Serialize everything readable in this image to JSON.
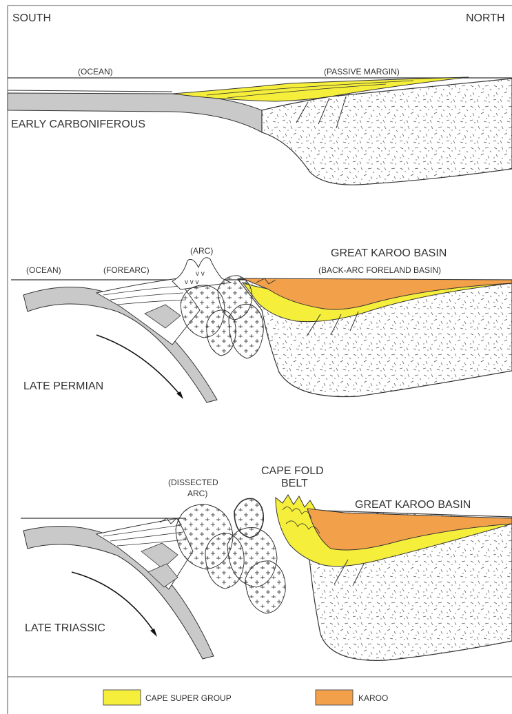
{
  "header": {
    "left": "SOUTH",
    "right": "NORTH"
  },
  "panels": [
    {
      "period": "EARLY CARBONIFEROUS",
      "labels": {
        "ocean": "(OCEAN)",
        "passive_margin": "(PASSIVE MARGIN)"
      }
    },
    {
      "period": "LATE PERMIAN",
      "labels": {
        "ocean": "(OCEAN)",
        "forearc": "(FOREARC)",
        "arc": "(ARC)",
        "basin": "GREAT KAROO BASIN",
        "basin_sub": "(BACK-ARC FORELAND BASIN)"
      }
    },
    {
      "period": "LATE TRIASSIC",
      "labels": {
        "dissected_arc_1": "(DISSECTED",
        "dissected_arc_2": "ARC)",
        "fold_belt_1": "CAPE FOLD",
        "fold_belt_2": "BELT",
        "basin": "GREAT KAROO BASIN"
      }
    }
  ],
  "legend": [
    {
      "label": "CAPE SUPER GROUP",
      "color": "#f5ef3b"
    },
    {
      "label": "KAROO",
      "color": "#f2a04a"
    }
  ],
  "colors": {
    "slab": "#c9c9c9",
    "continent": "#ffffff",
    "line": "#333333"
  }
}
